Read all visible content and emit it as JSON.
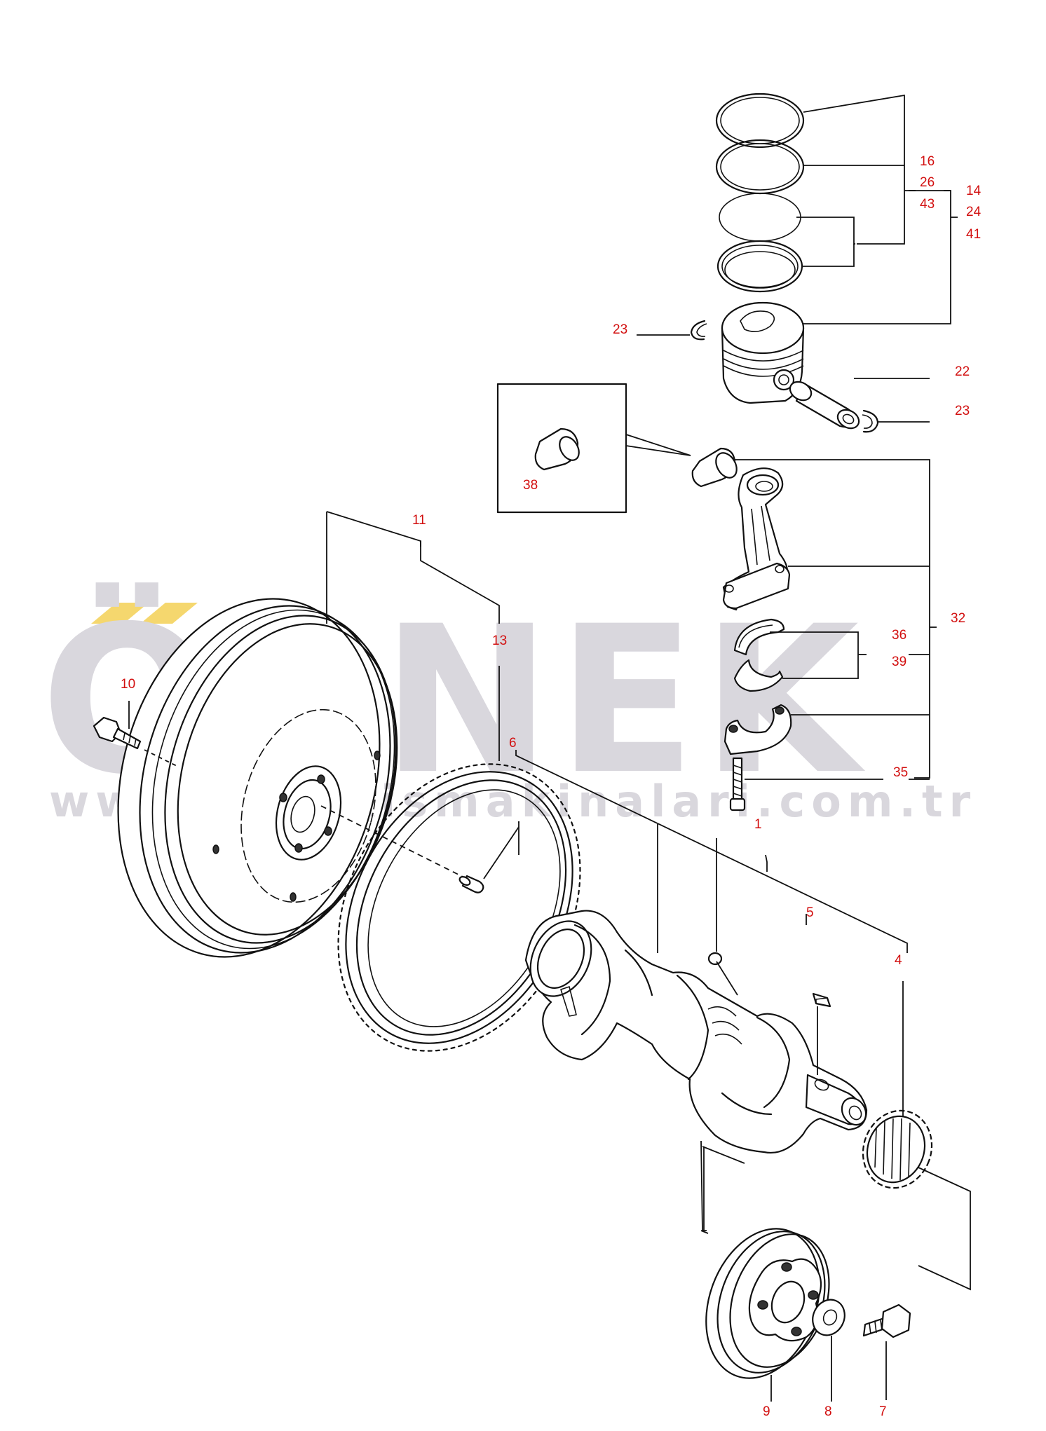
{
  "watermark": {
    "brand": "ÖRNEK",
    "url": "www.ornekismakinalari.com.tr",
    "accent_color": "#f5d76e",
    "text_color": "#d9d7dd"
  },
  "callouts": {
    "c1": "1",
    "c4": "4",
    "c5": "5",
    "c6": "6",
    "c7": "7",
    "c8": "8",
    "c9": "9",
    "c10": "10",
    "c11": "11",
    "c13": "13",
    "c14": "14",
    "c16": "16",
    "c22": "22",
    "c23a": "23",
    "c23b": "23",
    "c24": "24",
    "c26": "26",
    "c32": "32",
    "c35": "35",
    "c36": "36",
    "c38": "38",
    "c39": "39",
    "c41": "41",
    "c43": "43"
  },
  "colors": {
    "label": "#d20f0f",
    "line": "#111111"
  }
}
